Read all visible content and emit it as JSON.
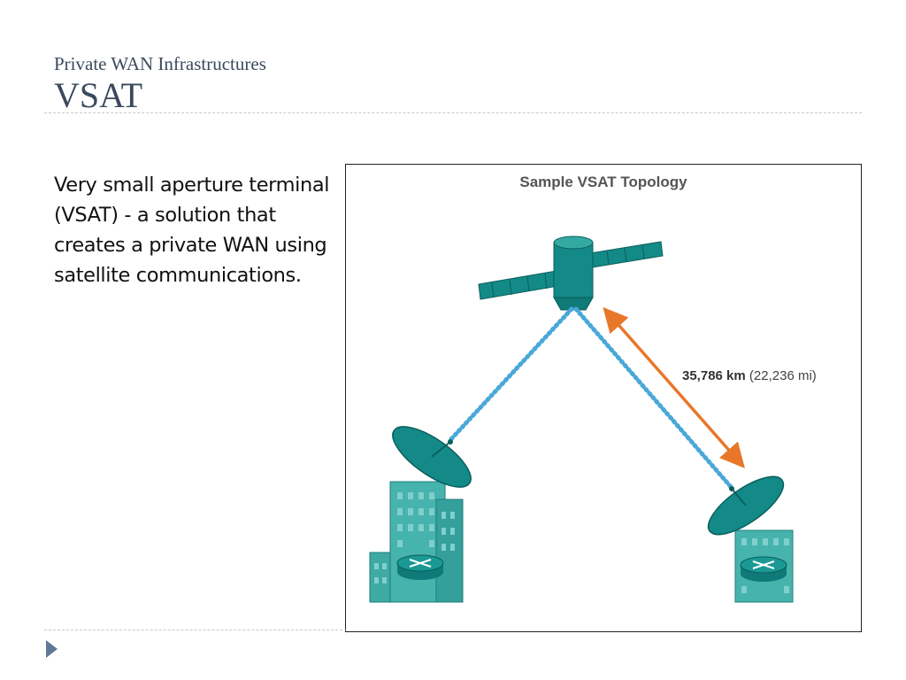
{
  "header": {
    "subtitle": "Private WAN Infrastructures",
    "title": "VSAT"
  },
  "body": {
    "text": "Very small aperture terminal (VSAT) -  a solution that creates a private WAN using satellite communications."
  },
  "figure": {
    "title": "Sample VSAT Topology",
    "distance_km": "35,786 km",
    "distance_mi": "(22,236 mi)",
    "colors": {
      "teal": "#138a87",
      "teal_dark": "#0b5f5d",
      "signal": "#4aa8d8",
      "arrow": "#e8772a"
    },
    "icons": [
      "satellite-icon",
      "satellite-dish-icon",
      "office-building-icon",
      "router-icon",
      "signal-wave-icon"
    ]
  }
}
